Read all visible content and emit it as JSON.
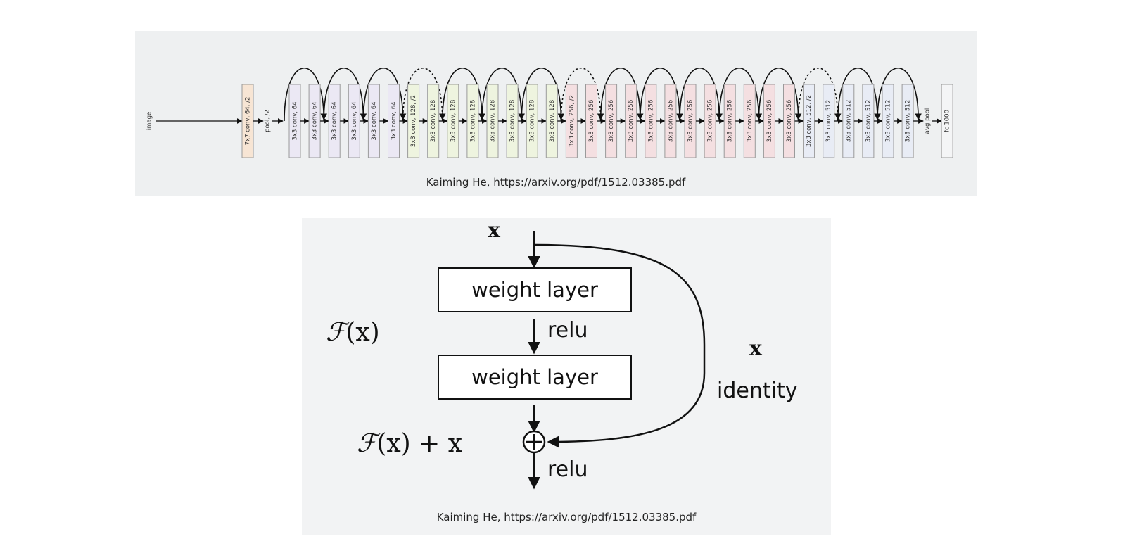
{
  "network": {
    "input_label": "image",
    "first_layer": "7x7 conv, 64, /2",
    "pool_label": "pool, /2",
    "layers": [
      {
        "label": "3x3 conv, 64",
        "stage": 1
      },
      {
        "label": "3x3 conv, 64",
        "stage": 1
      },
      {
        "label": "3x3 conv, 64",
        "stage": 1
      },
      {
        "label": "3x3 conv, 64",
        "stage": 1
      },
      {
        "label": "3x3 conv, 64",
        "stage": 1
      },
      {
        "label": "3x3 conv, 64",
        "stage": 1
      },
      {
        "label": "3x3 conv, 128, /2",
        "stage": 2
      },
      {
        "label": "3x3 conv, 128",
        "stage": 2
      },
      {
        "label": "3x3 conv, 128",
        "stage": 2
      },
      {
        "label": "3x3 conv, 128",
        "stage": 2
      },
      {
        "label": "3x3 conv, 128",
        "stage": 2
      },
      {
        "label": "3x3 conv, 128",
        "stage": 2
      },
      {
        "label": "3x3 conv, 128",
        "stage": 2
      },
      {
        "label": "3x3 conv, 128",
        "stage": 2
      },
      {
        "label": "3x3 conv, 256, /2",
        "stage": 3
      },
      {
        "label": "3x3 conv, 256",
        "stage": 3
      },
      {
        "label": "3x3 conv, 256",
        "stage": 3
      },
      {
        "label": "3x3 conv, 256",
        "stage": 3
      },
      {
        "label": "3x3 conv, 256",
        "stage": 3
      },
      {
        "label": "3x3 conv, 256",
        "stage": 3
      },
      {
        "label": "3x3 conv, 256",
        "stage": 3
      },
      {
        "label": "3x3 conv, 256",
        "stage": 3
      },
      {
        "label": "3x3 conv, 256",
        "stage": 3
      },
      {
        "label": "3x3 conv, 256",
        "stage": 3
      },
      {
        "label": "3x3 conv, 256",
        "stage": 3
      },
      {
        "label": "3x3 conv, 256",
        "stage": 3
      },
      {
        "label": "3x3 conv, 512, /2",
        "stage": 4
      },
      {
        "label": "3x3 conv, 512",
        "stage": 4
      },
      {
        "label": "3x3 conv, 512",
        "stage": 4
      },
      {
        "label": "3x3 conv, 512",
        "stage": 4
      },
      {
        "label": "3x3 conv, 512",
        "stage": 4
      },
      {
        "label": "3x3 conv, 512",
        "stage": 4
      }
    ],
    "avg_pool_label": "avg pool",
    "fc_label": "fc 1000",
    "shortcuts": [
      {
        "from": 0,
        "to": 2,
        "dashed": false
      },
      {
        "from": 2,
        "to": 4,
        "dashed": false
      },
      {
        "from": 4,
        "to": 6,
        "dashed": false
      },
      {
        "from": 6,
        "to": 8,
        "dashed": true
      },
      {
        "from": 8,
        "to": 10,
        "dashed": false
      },
      {
        "from": 10,
        "to": 12,
        "dashed": false
      },
      {
        "from": 12,
        "to": 14,
        "dashed": false
      },
      {
        "from": 14,
        "to": 16,
        "dashed": true
      },
      {
        "from": 16,
        "to": 18,
        "dashed": false
      },
      {
        "from": 18,
        "to": 20,
        "dashed": false
      },
      {
        "from": 20,
        "to": 22,
        "dashed": false
      },
      {
        "from": 22,
        "to": 24,
        "dashed": false
      },
      {
        "from": 24,
        "to": 26,
        "dashed": false
      },
      {
        "from": 26,
        "to": 28,
        "dashed": true
      },
      {
        "from": 28,
        "to": 30,
        "dashed": false
      },
      {
        "from": 30,
        "to": 32,
        "dashed": false
      }
    ],
    "colors": {
      "first": "#f7e5d4",
      "stage1": "#ebe8f4",
      "stage2": "#eef4df",
      "stage3": "#f4dfe1",
      "stage4": "#e8ecf5",
      "fc": "#f4f5f6",
      "stroke": "#9a9a9a",
      "arrow": "#111111"
    },
    "caption": "Kaiming He, https://arxiv.org/pdf/1512.03385.pdf"
  },
  "block": {
    "input_x": "x",
    "weight_layer_1": "weight layer",
    "weight_layer_2": "weight layer",
    "relu_1": "relu",
    "relu_2": "relu",
    "fx": "(x)",
    "fx_plus_x": "(x) + x",
    "fx_symbol": "ℱ",
    "identity_x": "x",
    "identity": "identity",
    "add_symbol": "+",
    "caption": "Kaiming He, https://arxiv.org/pdf/1512.03385.pdf"
  }
}
